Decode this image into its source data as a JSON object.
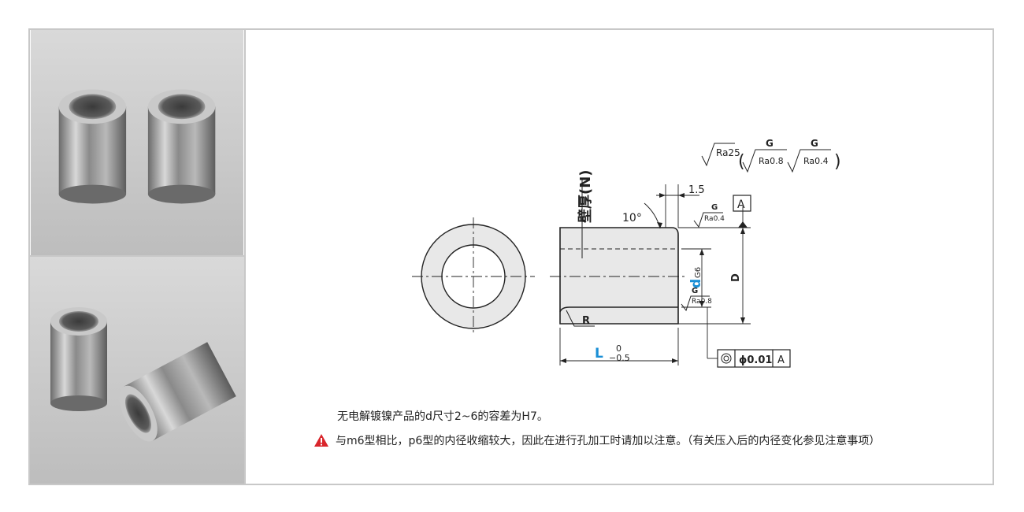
{
  "drawing": {
    "wall_label": "壁厚(N)",
    "angle": "10°",
    "dim_1_5": "1.5",
    "datum": "A",
    "ra25": "Ra25",
    "g1": "G",
    "ra08_top": "Ra0.8",
    "g2": "G",
    "ra04_top": "Ra0.4",
    "open_paren": "(",
    "close_paren": ")",
    "g3": "G",
    "ra04_side": "Ra0.4",
    "g4": "G",
    "ra08_side": "Ra0.8",
    "d_letter": "d",
    "d_tol": "G6",
    "D_letter": "D",
    "R_letter": "R",
    "L_letter": "L",
    "L_upper": "0",
    "L_lower": "−0.5",
    "phi_tol": "ϕ0.01",
    "datum_ref": "A"
  },
  "notes": {
    "line1": "无电解镀镍产品的d尺寸2~6的容差为H7。",
    "line2": "与m6型相比，p6型的内径收缩较大，因此在进行孔加工时请加以注意。（有关压入后的内径变化参见注意事项）"
  },
  "colors": {
    "accent_blue": "#1a8fd6",
    "warn_red": "#d9262c",
    "line": "#222222"
  }
}
